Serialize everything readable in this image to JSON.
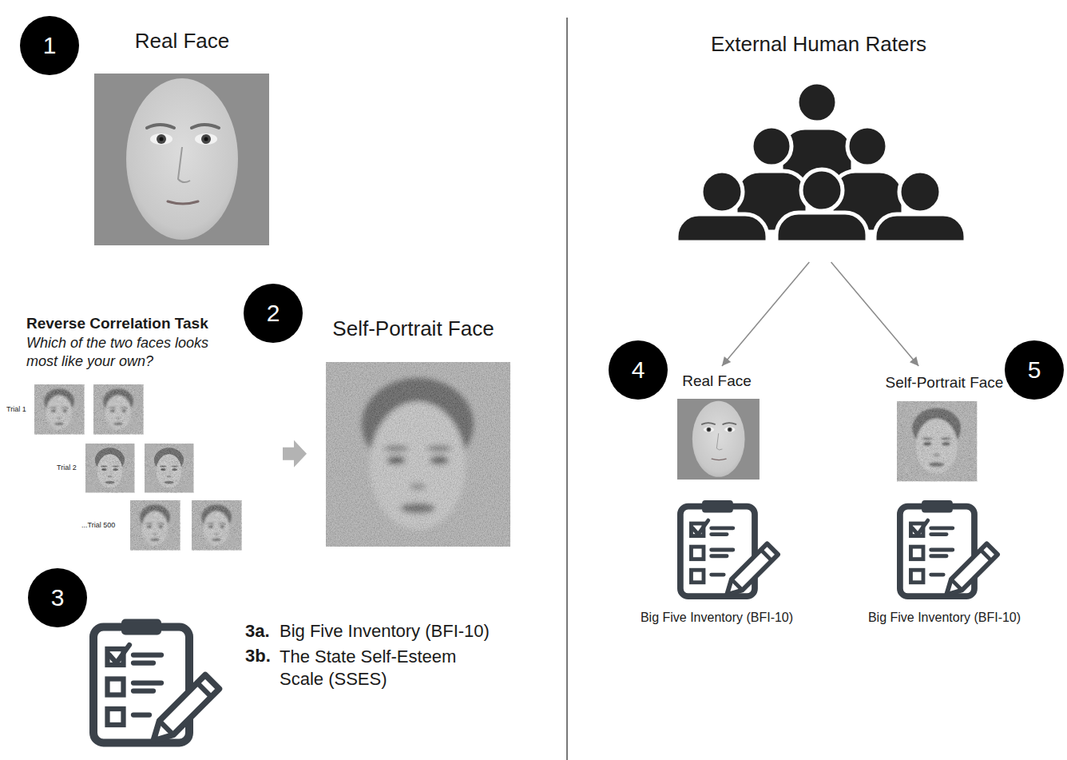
{
  "diagram": {
    "nodes": [
      {
        "text": [
          "1"
        ]
      },
      {
        "text": [
          "Real Face"
        ]
      },
      {
        "text": [
          "2"
        ]
      },
      {
        "text": [
          "Reverse Correlation Task",
          "Which of the two faces looks most like your own?",
          "Trial 1",
          "Trial 2",
          "...Trial 500"
        ]
      },
      {
        "text": [
          "Self-Portrait Face"
        ]
      },
      {
        "text": [
          "3"
        ]
      },
      {
        "text": [
          "External Human Raters"
        ]
      },
      {
        "text": [
          "4"
        ]
      },
      {
        "text": [
          "Real Face",
          "Big Five Inventory (BFI-10)"
        ]
      },
      {
        "text": [
          "Self-Portrait Face",
          "Big Five Inventory (BFI-10)"
        ]
      },
      {
        "text": [
          "5"
        ]
      }
    ],
    "edges": [
      {
        "from": 3,
        "to": 4,
        "arrow": "to"
      },
      {
        "from": 6,
        "to": 8,
        "arrow": "to"
      },
      {
        "from": 6,
        "to": 9,
        "arrow": "to"
      }
    ],
    "labels": [
      "3a.",
      "Big Five Inventory (BFI-10)",
      "3b.",
      "The State Self-Esteem Scale (SSES)"
    ]
  }
}
